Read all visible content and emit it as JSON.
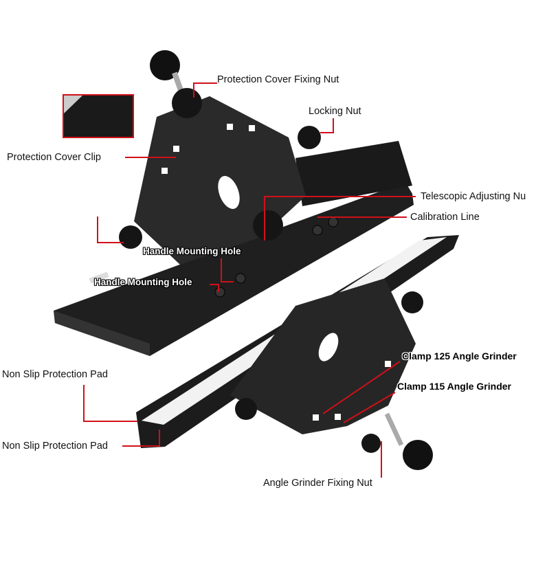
{
  "labels": {
    "protection_cover_fixing_nut": "Protection Cover Fixing Nut",
    "locking_nut": "Locking Nut",
    "protection_cover_clip": "Protection Cover Clip",
    "telescopic_adjusting_nut": "Telescopic Adjusting Nu",
    "calibration_line": "Calibration Line",
    "handle_mounting_hole_1": "Handle Mounting Hole",
    "handle_mounting_hole_2": "Handle Mounting Hole",
    "non_slip_pad_1": "Non Slip Protection Pad",
    "non_slip_pad_2": "Non Slip Protection Pad",
    "clamp_125": "Clamp 125 Angle Grinder",
    "clamp_115": "Clamp 115 Angle Grinder",
    "angle_grinder_fixing_nut": "Angle Grinder Fixing Nut"
  },
  "colors": {
    "leader": "#d0101a",
    "metal": "#222222"
  }
}
